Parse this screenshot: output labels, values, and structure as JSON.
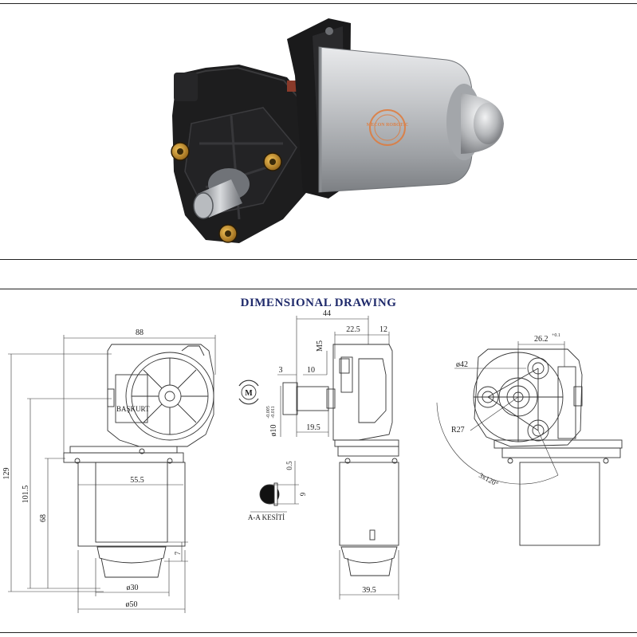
{
  "title": "DIMENSIONAL DRAWING",
  "photo": {
    "logo_text": "MECON ROBOTIC"
  },
  "front_view": {
    "brand": "BAŞKURT",
    "dims": {
      "width_top": "88",
      "height_total": "129",
      "height_mid": "101.5",
      "height_low": "68",
      "flange": "55.5",
      "dome": "7",
      "inner_dia": "ø30",
      "outer_dia": "ø50"
    }
  },
  "side_view": {
    "dims": {
      "depth_total": "44",
      "depth_mid": "22.5",
      "depth_right": "12",
      "thread": "M5",
      "shaft_a": "3",
      "shaft_b": "10",
      "shaft_len": "19.5",
      "shaft_dia": "ø10",
      "shaft_tol_top": "-0.005",
      "shaft_tol_bot": "-0.011",
      "motor_dia": "39.5"
    }
  },
  "section": {
    "label": "A-A KESİTİ",
    "dim_a": "0.5",
    "dim_b": "9"
  },
  "motor_symbol": "M",
  "back_view": {
    "dims": {
      "offset": "26.2",
      "offset_tol": "+0.1",
      "circle": "ø42",
      "radius": "R27",
      "angle": "3x120°"
    }
  },
  "colors": {
    "title": "#1f2a6b",
    "line": "#333333",
    "housing": "#1c1c1c",
    "motor_can": "#b9bcc0",
    "brass": "#c8901e",
    "logo": "#e07a3a"
  }
}
